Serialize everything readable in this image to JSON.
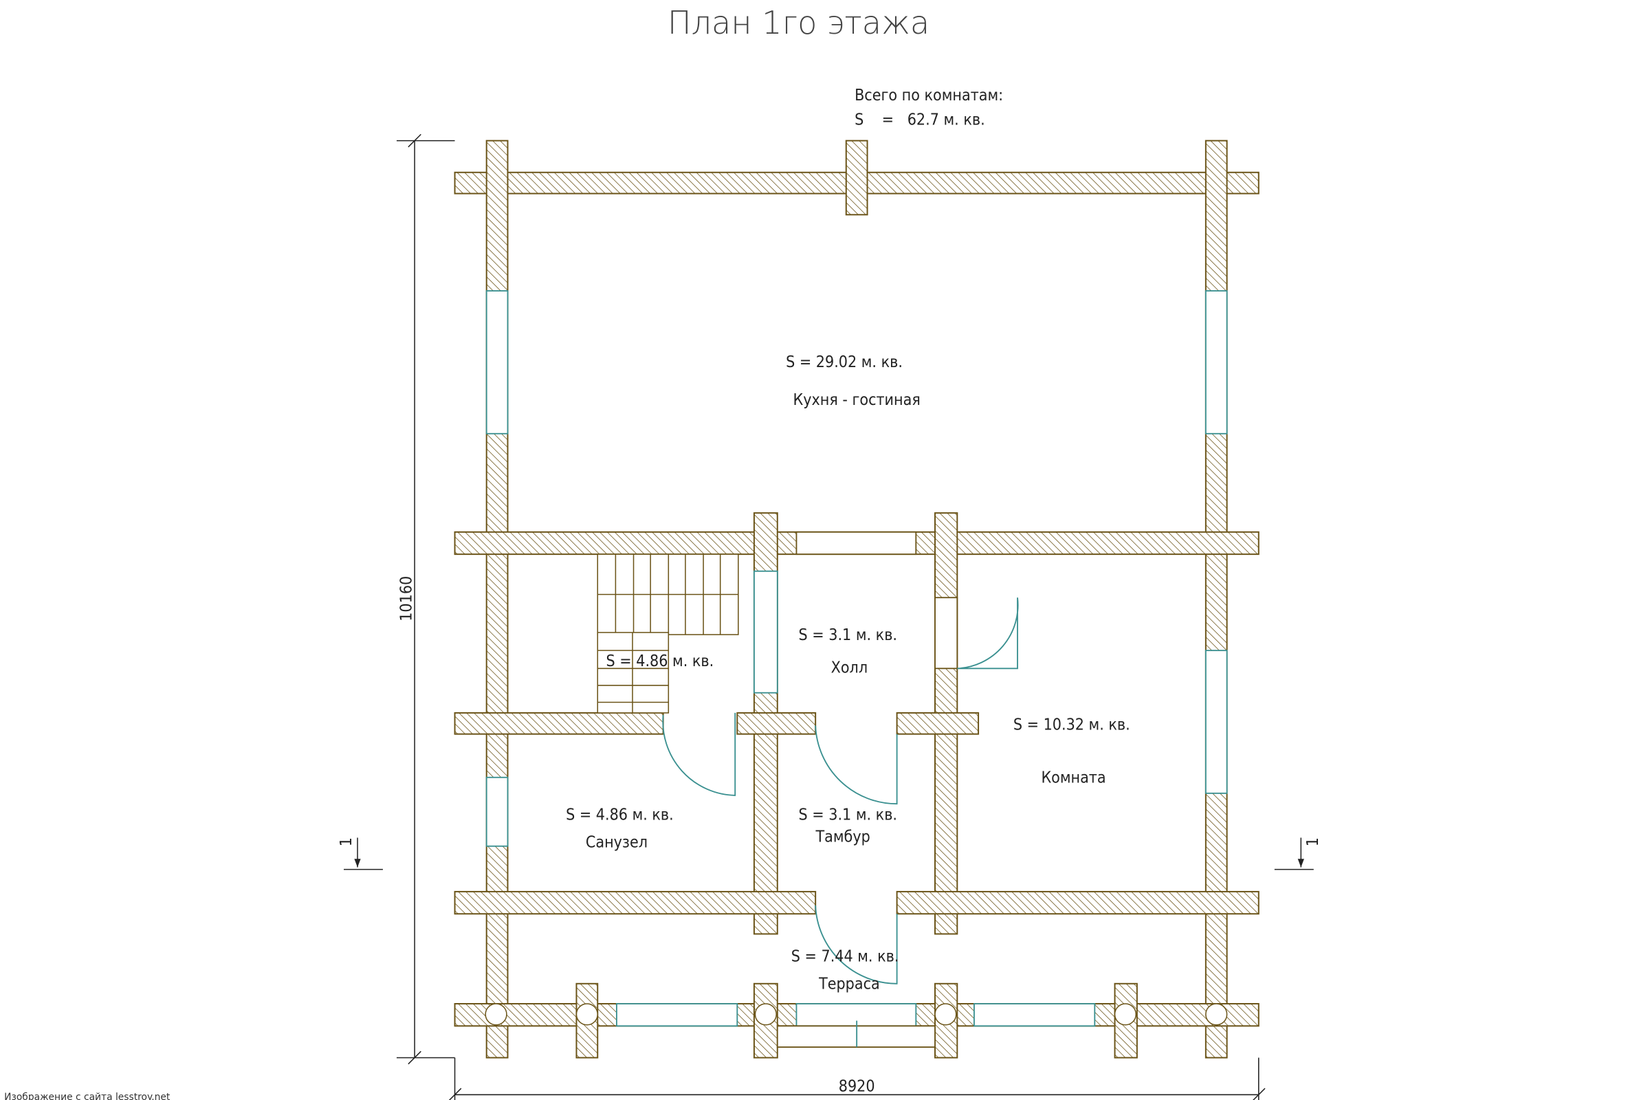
{
  "title": "План 1го этажа",
  "total": {
    "label": "Всего по комнатам:",
    "area": "S    =   62.7 м. кв."
  },
  "rooms": [
    {
      "area": "S    =   29.02 м. кв.",
      "name": "Кухня - гостиная"
    },
    {
      "area": "S    =   4.86 м. кв.",
      "name": ""
    },
    {
      "area": "S    =   3.1 м. кв.",
      "name": "Холл"
    },
    {
      "area": "S    =   10.32 м. кв.",
      "name": "Комната"
    },
    {
      "area": "S    =   4.86 м. кв.",
      "name": "Санузел"
    },
    {
      "area": "S    =   3.1 м. кв.",
      "name": "Тамбур"
    },
    {
      "area": "S    =   7.44 м. кв.",
      "name": "Терраса"
    }
  ],
  "dimensions": {
    "height": "10160",
    "width": "8920"
  },
  "section_mark": "1",
  "watermark": "Изображение с сайта lesstroy.net",
  "colors": {
    "wall": "#6b5418",
    "window": "#3a9090"
  }
}
